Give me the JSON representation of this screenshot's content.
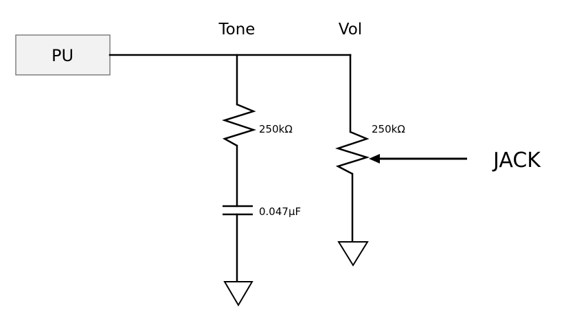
{
  "pickup": {
    "label": "PU"
  },
  "tone": {
    "label": "Tone",
    "resistor_value": "250kΩ",
    "capacitor_value": "0.047μF"
  },
  "volume": {
    "label": "Vol",
    "pot_value": "250kΩ"
  },
  "output": {
    "label": "JACK"
  },
  "colors": {
    "wire": "#000000",
    "pu_fill": "#f2f2f2",
    "pu_border": "#7f7f7f"
  }
}
